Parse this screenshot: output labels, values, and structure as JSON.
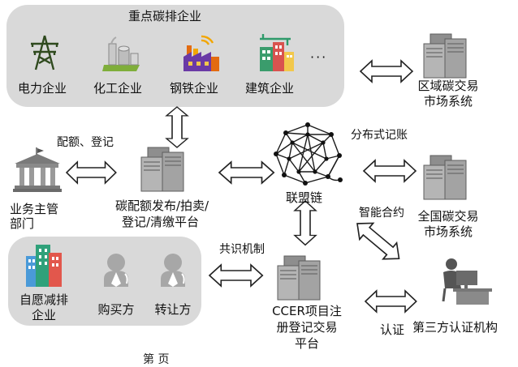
{
  "top_group": {
    "title": "重点碳排企业",
    "items": [
      "电力企业",
      "化工企业",
      "钢铁企业",
      "建筑企业"
    ],
    "more": "···"
  },
  "regional": {
    "line1": "区域碳交易",
    "line2": "市场系统"
  },
  "national": {
    "line1": "全国碳交易",
    "line2": "市场系统"
  },
  "authority": {
    "line1": "业务主管",
    "line2": "部门"
  },
  "platform": {
    "line1": "碳配额发布/拍卖/",
    "line2": "登记/清缴平台"
  },
  "consortium": {
    "label": "联盟链"
  },
  "ccer": {
    "line1": "CCER项目注",
    "line2": "册登记交易",
    "line3": "平台"
  },
  "third_party": {
    "label": "第三方认证机构"
  },
  "bottom_group": {
    "items": [
      "自愿减排",
      "企业",
      "购买方",
      "转让方"
    ]
  },
  "edge_labels": {
    "quota_register": "配额、登记",
    "distributed_ledger": "分布式记账",
    "smart_contract": "智能合约",
    "consensus": "共识机制",
    "certification": "认证"
  },
  "caption_fragment": "第 页"
}
